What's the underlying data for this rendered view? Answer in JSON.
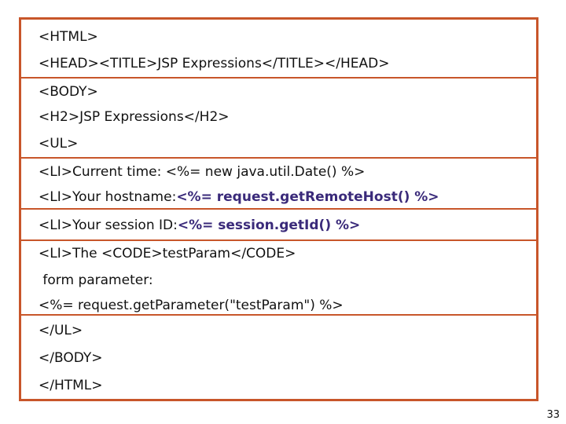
{
  "code": {
    "lines": [
      "<HTML>",
      "<HEAD><TITLE>JSP Expressions</TITLE></HEAD>",
      "<BODY>",
      "<H2>JSP Expressions</H2>",
      "<UL>",
      "<LI>Current time: <%= new java.util.Date() %>",
      "<LI>Your hostname: ",
      "<LI>Your session ID: ",
      "<LI>The <CODE>testParam</CODE>",
      " form parameter:",
      "<%= request.getParameter(\"testParam\") %>",
      "</UL>",
      "</BODY>",
      "</HTML>"
    ],
    "highlight_hostname": "<%= request.getRemoteHost() %>",
    "highlight_session": "<%= session.getId() %>"
  },
  "slide": {
    "page_number": "33"
  },
  "colors": {
    "border": "#c8562a",
    "highlight": "#3a2a7a"
  }
}
